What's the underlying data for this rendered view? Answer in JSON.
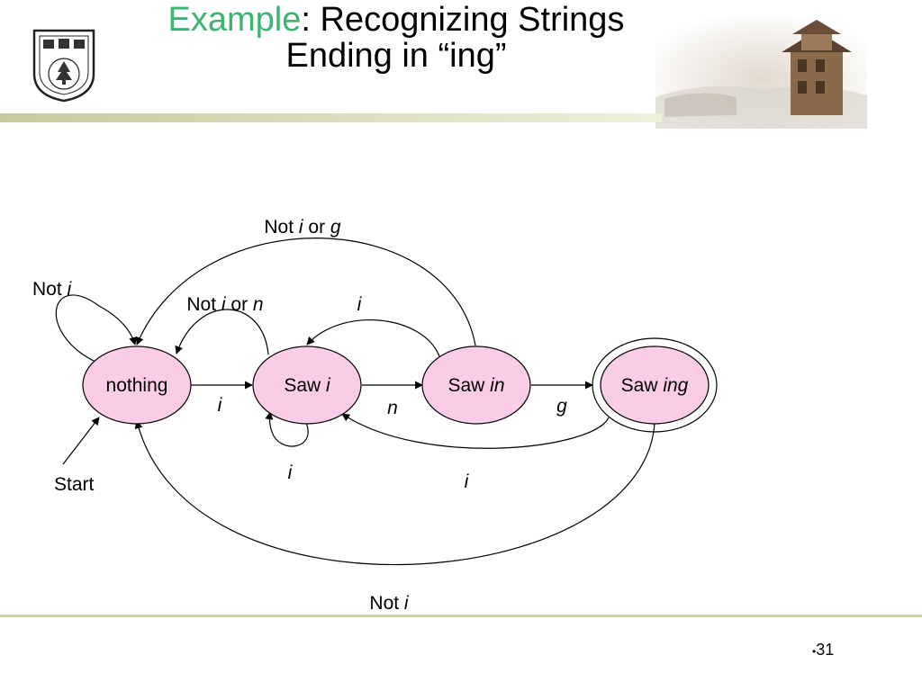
{
  "slide": {
    "title_accent": "Example",
    "title_line1_rest": ": Recognizing Strings",
    "title_line2": "Ending in “ing”",
    "page_number": "31",
    "bullet": "•"
  },
  "colors": {
    "accent": "#3cb371",
    "state_fill": "#fbcce8",
    "header_bar": "#c7c99c"
  },
  "diagram": {
    "states": {
      "nothing": {
        "prefix": "nothing",
        "italic": ""
      },
      "saw_i": {
        "prefix": "Saw ",
        "italic": "i"
      },
      "saw_in": {
        "prefix": "Saw ",
        "italic": "in"
      },
      "saw_ing": {
        "prefix": "Saw ",
        "italic": "ing",
        "accepting": true
      }
    },
    "labels": {
      "not_i_or_g": {
        "a": "Not ",
        "b": "i",
        "c": " or ",
        "d": "g"
      },
      "not_i_left": {
        "a": "Not ",
        "b": "i"
      },
      "not_i_or_n": {
        "a": "Not ",
        "b": "i",
        "c": " or ",
        "d": "n"
      },
      "i_top": "i",
      "i_nothing_to_saw_i": "i",
      "n_saw_i_to_saw_in": "n",
      "g_saw_in_to_saw_ing": "g",
      "i_self_loop": "i",
      "i_saw_ing_to_saw_i": "i",
      "not_i_bottom": {
        "a": "Not ",
        "b": "i"
      },
      "start": "Start"
    }
  }
}
